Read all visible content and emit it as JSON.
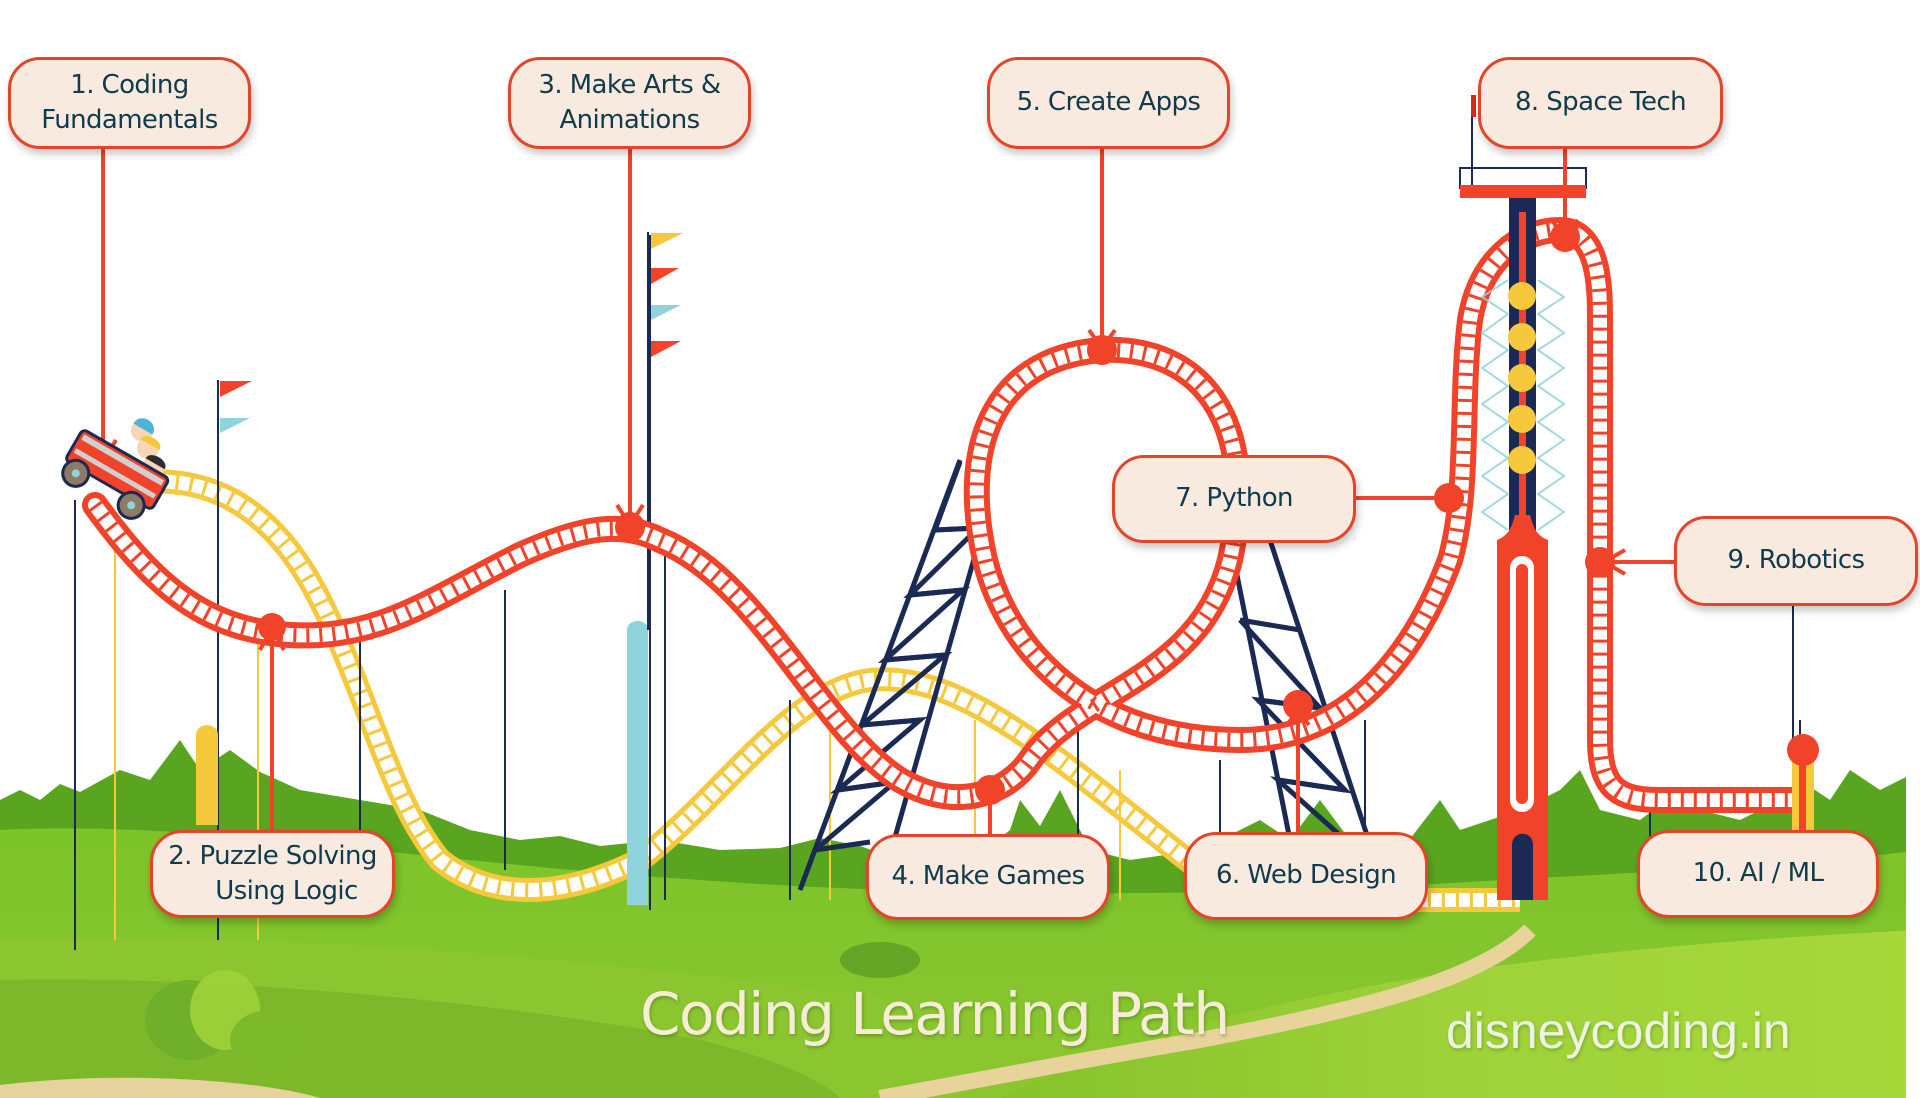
{
  "diagram": {
    "title": "Coding Learning Path",
    "website": "disneycoding.in",
    "colors": {
      "track_red": "#f0432a",
      "track_yellow": "#f6c83c",
      "support_navy": "#1b2a55",
      "label_fill": "#f8eadf",
      "label_border": "#e4452a",
      "label_text": "#0f3b4c",
      "grass_light": "#9ed63a",
      "grass_dark": "#5aa51f",
      "path_sand": "#e8d39a",
      "accent_cyan": "#8fd3dc"
    },
    "steps": [
      {
        "number": 1,
        "line1": "1. Coding",
        "line2": "Fundamentals"
      },
      {
        "number": 2,
        "line1": "2. Puzzle Solving",
        "line2": "Using Logic"
      },
      {
        "number": 3,
        "line1": "3. Make Arts &",
        "line2": "Animations"
      },
      {
        "number": 4,
        "line1": "4. Make Games"
      },
      {
        "number": 5,
        "line1": "5. Create Apps"
      },
      {
        "number": 6,
        "line1": "6. Web Design"
      },
      {
        "number": 7,
        "line1": "7.  Python"
      },
      {
        "number": 8,
        "line1": "8.  Space Tech"
      },
      {
        "number": 9,
        "line1": "9. Robotics"
      },
      {
        "number": 10,
        "line1": "10. AI / ML"
      }
    ]
  }
}
